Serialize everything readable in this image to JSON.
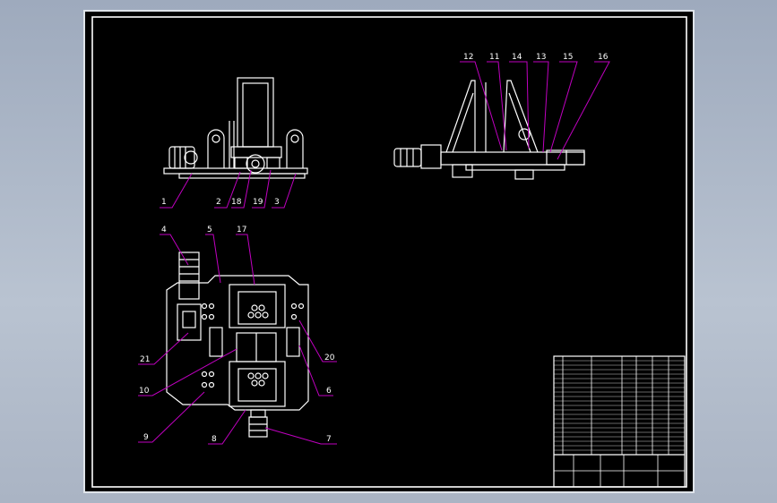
{
  "drawing": {
    "frame_color": "#ffffff",
    "sheet_color": "#000000",
    "leader_color": "#c000c0",
    "callout_labels": {
      "front_view": [
        "1",
        "2",
        "18",
        "19",
        "3"
      ],
      "side_view": [
        "12",
        "11",
        "14",
        "13",
        "15",
        "16"
      ],
      "top_view": [
        "4",
        "5",
        "17",
        "21",
        "10",
        "9",
        "8",
        "7",
        "6",
        "20"
      ]
    }
  }
}
